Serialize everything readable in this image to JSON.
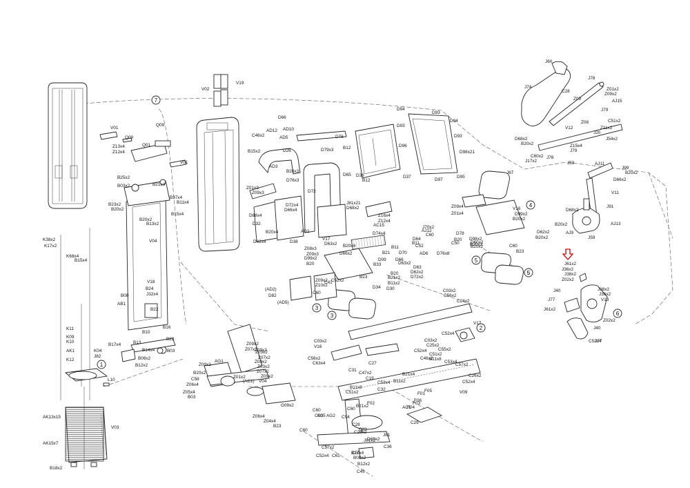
{
  "labels": [
    "V02",
    "V19",
    "V01",
    "Q09",
    "Q09",
    "Q01",
    "Z13x4",
    "Z12x4",
    "V01",
    "B25x2",
    "B03x2",
    "B21x4",
    "B37x4",
    "B11x4",
    "B15x4",
    "B23x2",
    "B20x2",
    "B20x2",
    "B13x2",
    "V04",
    "V18",
    "B24",
    "J32x4",
    "B08",
    "AB1",
    "B22",
    "B10",
    "B16",
    "B23",
    "B17x4",
    "B13",
    "B14x4",
    "B03",
    "B06x2",
    "B12x2",
    "K38x2",
    "K17x2",
    "K68x4",
    "B15x4",
    "K11",
    "K09",
    "K10",
    "AK1",
    "K12",
    "K04",
    "J82",
    "L10",
    "AK13x15",
    "AK15x7",
    "V03",
    "B18x2",
    "D66",
    "AD12",
    "AD10",
    "AD5",
    "C46x2",
    "B15x2",
    "D26",
    "D78",
    "D79x3",
    "AD3",
    "B20x3",
    "D76x3",
    "D72",
    "D65",
    "D36",
    "B12",
    "B12",
    "Z01x3",
    "Z09x3",
    "D72x4",
    "D66x4",
    "D88x4",
    "D32",
    "B20x4",
    "D62x4",
    "D38",
    "J81x21",
    "D68x2",
    "AD2",
    "V17",
    "D94",
    "D93",
    "D94",
    "D93",
    "D93",
    "D96",
    "D98x21",
    "D37",
    "D97",
    "D95",
    "Z16x4",
    "Z12x4",
    "AC15",
    "J70x2",
    "C60",
    "AJ12",
    "B11",
    "D70",
    "B21",
    "AD6",
    "C52",
    "D64",
    "B11",
    "D63",
    "D76x8",
    "B20",
    "C50",
    "D60x2",
    "B20x2",
    "D78",
    "D74x4",
    "B20x4",
    "D63x2",
    "Z08x3",
    "Z09x3",
    "D99x2",
    "B20",
    "D66x2",
    "D09",
    "B33",
    "D63x2",
    "B23",
    "D62x2",
    "D72x2",
    "D66",
    "D34",
    "B21x2",
    "B11x2",
    "D30",
    "B20",
    "(AD2)",
    "D82",
    "(AD5)",
    "Z09x2",
    "Z10x2",
    "C60",
    "C41",
    "C52x2",
    "Z09x4",
    "Z01x4",
    "V16",
    "D99x2",
    "B20x2",
    "D62x2",
    "B20x2",
    "C60",
    "B23",
    "D98x2",
    "B20x2",
    "J60",
    "J74",
    "C28",
    "J78",
    "Z01x2",
    "Z09x2",
    "AJ15",
    "Z09",
    "J79",
    "C51x2",
    "Z11x2",
    "Z08",
    "J20",
    "V12",
    "J54x2",
    "D68x2",
    "B20x2",
    "Z15x4",
    "J79",
    "C60x2",
    "J17x2",
    "J78",
    "J59",
    "J67",
    "AJ11",
    "J99",
    "B20x2",
    "D66x2",
    "V11",
    "J91",
    "D68x2",
    "AJ13",
    "B20x2",
    "AJ9",
    "J59",
    "J61x2",
    "J36x2",
    "J38x2",
    "Z02x2",
    "J40",
    "J77",
    "J61x2",
    "J38x2",
    "J36x2",
    "V13",
    "Z02x2",
    "J40",
    "J77",
    "C52x4",
    "C03x2",
    "C56x2",
    "C24x2",
    "C52x4",
    "C03x2",
    "C25x2",
    "C52x4",
    "C03x2",
    "V16",
    "V17",
    "C55x2",
    "C56x2",
    "C63x4",
    "C27",
    "C47x2",
    "C19",
    "B21x4",
    "C46x2",
    "C51x2",
    "B11x8",
    "C53x4",
    "C57x2",
    "C26x2",
    "C52x4",
    "V09",
    "C31",
    "C51x2",
    "B11x8",
    "C53x4",
    "C32",
    "B11x2",
    "B21x2",
    "F02",
    "F01",
    "F06",
    "F05",
    "F04",
    "F03",
    "AC1",
    "C29",
    "C54",
    "C28",
    "C60",
    "C35",
    "C50",
    "C36",
    "D69x2",
    "J81x2",
    "J81",
    "C23",
    "C26x2",
    "C57x2",
    "C52x4",
    "C61",
    "B17x4",
    "B08x2",
    "B12x2",
    "C49",
    "C60",
    "AG2",
    "Z09x2",
    "Z07x2",
    "Z09x2",
    "Z03x2",
    "Z07x2",
    "Z09x2",
    "Z03x2",
    "Z07x2",
    "Z09x2",
    "V04",
    "Z09x2",
    "AG1",
    "B20x2",
    "C58",
    "Z06x4",
    "Z05x4",
    "B03",
    "Z01x2",
    "(AC1)",
    "G09x2",
    "Z06x4",
    "Z04x4",
    "B23",
    "C60",
    "C60"
  ],
  "reference_numbers": [
    "7",
    "1",
    "2",
    "3",
    "3",
    "4",
    "5",
    "5",
    "5",
    "6"
  ]
}
